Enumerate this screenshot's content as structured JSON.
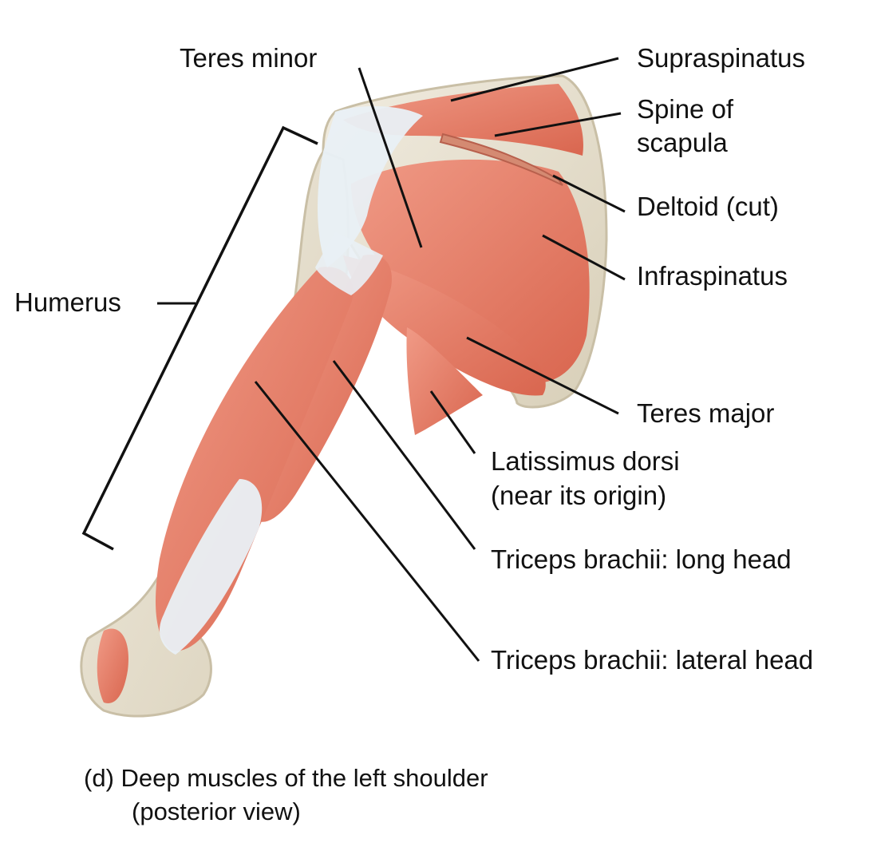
{
  "labels": {
    "teres_minor": "Teres minor",
    "supraspinatus": "Supraspinatus",
    "spine_line1": "Spine of",
    "spine_line2": "scapula",
    "deltoid": "Deltoid (cut)",
    "infraspinatus": "Infraspinatus",
    "humerus": "Humerus",
    "teres_major": "Teres major",
    "latissimus_line1": "Latissimus dorsi",
    "latissimus_line2": "(near its origin)",
    "triceps_long": "Triceps brachii: long head",
    "triceps_lateral": "Triceps brachii: lateral head"
  },
  "caption": {
    "line1": "(d) Deep muscles of the left shoulder",
    "line2": "(posterior view)"
  },
  "colors": {
    "muscle": "#e8806c",
    "muscle_dark": "#c95a48",
    "tendon": "#e9f0f5",
    "bone": "#e6e0cf",
    "bone_edge": "#c9bfa6",
    "leader": "#111111"
  }
}
